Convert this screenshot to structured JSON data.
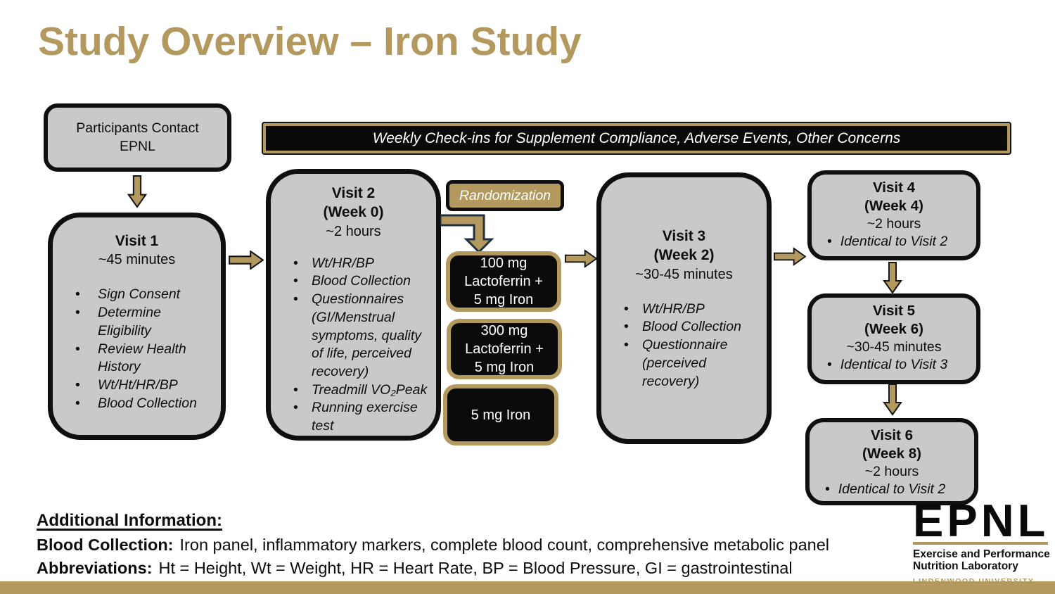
{
  "slide": {
    "title": "Study Overview – Iron Study",
    "banner": "Weekly Check-ins for Supplement Compliance, Adverse Events, Other Concerns",
    "flow": {
      "participants": "Participants Contact EPNL",
      "visit1": {
        "title": "Visit 1",
        "duration": "~45 minutes",
        "bullets": [
          "Sign Consent",
          "Determine Eligibility",
          "Review Health History",
          "Wt/Ht/HR/BP",
          "Blood Collection"
        ]
      },
      "visit2": {
        "title": "Visit 2",
        "week": "(Week 0)",
        "duration": "~2 hours",
        "bullets": [
          "Wt/HR/BP",
          "Blood Collection",
          "Questionnaires (GI/Menstrual symptoms, quality of life, perceived recovery)",
          "Treadmill VO₂Peak",
          "Running exercise test"
        ]
      },
      "randomization": "Randomization",
      "arm1": "100 mg Lactoferrin + 5 mg Iron",
      "arm2": "300 mg Lactoferrin + 5 mg Iron",
      "arm3": "5 mg Iron",
      "visit3": {
        "title": "Visit 3",
        "week": "(Week 2)",
        "duration": "~30-45 minutes",
        "bullets": [
          "Wt/HR/BP",
          "Blood Collection",
          "Questionnaire (perceived recovery)"
        ]
      },
      "visit4": {
        "title": "Visit 4",
        "week": "(Week 4)",
        "duration": "~2 hours",
        "bullet": "Identical to Visit 2"
      },
      "visit5": {
        "title": "Visit 5",
        "week": "(Week 6)",
        "duration": "~30-45 minutes",
        "bullet": "Identical to Visit 3"
      },
      "visit6": {
        "title": "Visit 6",
        "week": "(Week 8)",
        "duration": "~2 hours",
        "bullet": "Identical to Visit 2"
      }
    },
    "footer": {
      "heading": "Additional Information:",
      "blood_label": "Blood Collection:",
      "blood_text": "Iron panel, inflammatory markers, complete blood count, comprehensive metabolic panel",
      "abbr_label": "Abbreviations:",
      "abbr_text": "Ht = Height, Wt = Weight, HR = Heart Rate, BP = Blood Pressure, GI = gastrointestinal"
    },
    "logo": {
      "acronym": "EPNL",
      "line1": "Exercise and Performance",
      "line2": "Nutrition Laboratory",
      "line3": "LINDENWOOD UNIVERSITY"
    },
    "colors": {
      "gold": "#b3995d",
      "black": "#0d0d0d",
      "gray": "#c9c9c9"
    }
  }
}
